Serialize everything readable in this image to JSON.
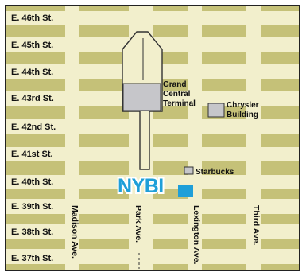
{
  "colors": {
    "block": "#c5c178",
    "street": "#f2efcc",
    "frame": "#222222",
    "building": "#c6c6ca",
    "logo_blue": "#1f9fd8",
    "logo_outline": "#ffffff"
  },
  "streets": [
    {
      "label": "E. 46th St."
    },
    {
      "label": "E. 45th St."
    },
    {
      "label": "E. 44th St."
    },
    {
      "label": "E. 43rd St."
    },
    {
      "label": "E. 42nd St."
    },
    {
      "label": "E. 41st St."
    },
    {
      "label": "E. 40th St."
    },
    {
      "label": "E. 39th St."
    },
    {
      "label": "E. 38th St."
    },
    {
      "label": "E. 37th St."
    }
  ],
  "avenues": [
    {
      "label": "Madison Ave."
    },
    {
      "label": "Park Ave."
    },
    {
      "label": "Lexington Ave."
    },
    {
      "label": "Third Ave."
    }
  ],
  "landmarks": {
    "grand_central": {
      "line1": "Grand",
      "line2": "Central",
      "line3": "Terminal",
      "icon": "building-marker"
    },
    "chrysler": {
      "line1": "Chrysler",
      "line2": "Building",
      "icon": "building-marker"
    },
    "starbucks": {
      "label": "Starbucks",
      "icon": "building-marker"
    },
    "nybi": {
      "label": "NYBI",
      "icon": "location-square-marker"
    }
  }
}
